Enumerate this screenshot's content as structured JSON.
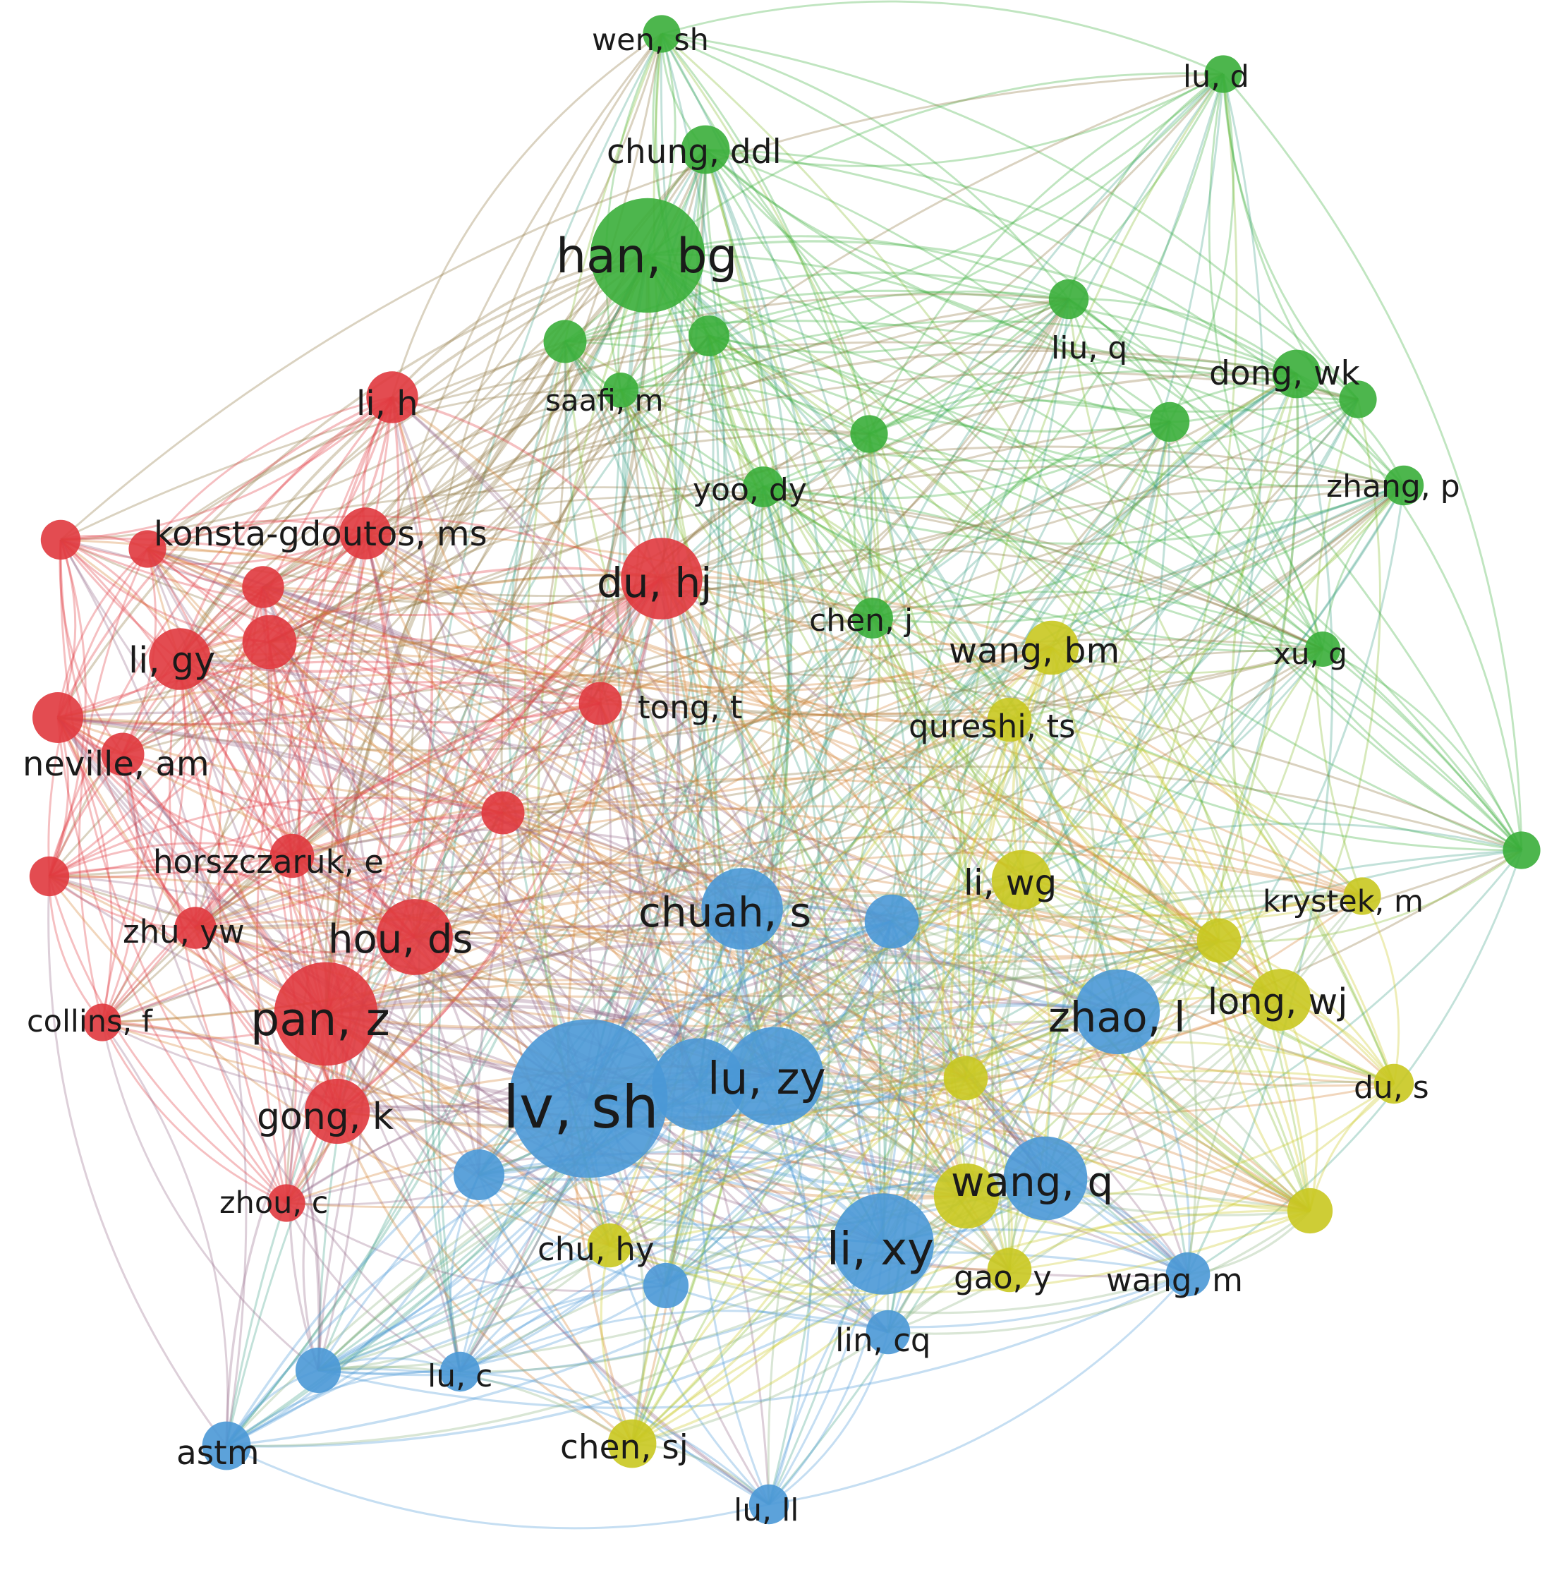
{
  "colors": {
    "red": "#e0393e",
    "green": "#3aae3a",
    "blue": "#4a98d6",
    "yellow": "#c9c820"
  },
  "network": {
    "nodes": [
      {
        "id": "wen_sh",
        "label": "wen, sh",
        "cluster": "green",
        "weight": 2
      },
      {
        "id": "lu_d",
        "label": "lu, d",
        "cluster": "green",
        "weight": 2
      },
      {
        "id": "chung_ddl",
        "label": "chung, ddl",
        "cluster": "green",
        "weight": 3
      },
      {
        "id": "han_bg",
        "label": "han, bg",
        "cluster": "green",
        "weight": 9
      },
      {
        "id": "g_a",
        "label": "",
        "cluster": "green",
        "weight": 2.5
      },
      {
        "id": "g_b",
        "label": "",
        "cluster": "green",
        "weight": 2.3
      },
      {
        "id": "liu_q",
        "label": "liu, q",
        "cluster": "green",
        "weight": 2.2
      },
      {
        "id": "saafi_m",
        "label": "saafi, m",
        "cluster": "green",
        "weight": 1.8
      },
      {
        "id": "dong_wk",
        "label": "dong, wk",
        "cluster": "green",
        "weight": 3
      },
      {
        "id": "g_c",
        "label": "",
        "cluster": "green",
        "weight": 2
      },
      {
        "id": "g_d",
        "label": "",
        "cluster": "green",
        "weight": 2.2
      },
      {
        "id": "g_e",
        "label": "",
        "cluster": "green",
        "weight": 2
      },
      {
        "id": "yoo_dy",
        "label": "yoo, dy",
        "cluster": "green",
        "weight": 2.3
      },
      {
        "id": "zhang_p",
        "label": "zhang, p",
        "cluster": "green",
        "weight": 2.2
      },
      {
        "id": "chen_j",
        "label": "chen, j",
        "cluster": "green",
        "weight": 2.3
      },
      {
        "id": "xu_g",
        "label": "xu, g",
        "cluster": "green",
        "weight": 1.8
      },
      {
        "id": "g_f",
        "label": "",
        "cluster": "green",
        "weight": 2
      },
      {
        "id": "li_h",
        "label": "li, h",
        "cluster": "red",
        "weight": 3.3
      },
      {
        "id": "konsta",
        "label": "konsta-gdoutos, ms",
        "cluster": "red",
        "weight": 3.3
      },
      {
        "id": "r_a",
        "label": "",
        "cluster": "red",
        "weight": 2.2
      },
      {
        "id": "r_b",
        "label": "",
        "cluster": "red",
        "weight": 2
      },
      {
        "id": "r_c",
        "label": "",
        "cluster": "red",
        "weight": 2.4
      },
      {
        "id": "du_hj",
        "label": "du, hj",
        "cluster": "red",
        "weight": 6
      },
      {
        "id": "li_gy",
        "label": "li, gy",
        "cluster": "red",
        "weight": 4.2
      },
      {
        "id": "r_d",
        "label": "",
        "cluster": "red",
        "weight": 3.5
      },
      {
        "id": "neville_am",
        "label": "neville, am",
        "cluster": "red",
        "weight": 3.2
      },
      {
        "id": "r_e",
        "label": "",
        "cluster": "red",
        "weight": 2.5
      },
      {
        "id": "tong_t",
        "label": "tong, t",
        "cluster": "red",
        "weight": 2.5
      },
      {
        "id": "r_f",
        "label": "",
        "cluster": "red",
        "weight": 2.5
      },
      {
        "id": "r_g",
        "label": "",
        "cluster": "red",
        "weight": 2.2
      },
      {
        "id": "horsz",
        "label": "horszczaruk, e",
        "cluster": "red",
        "weight": 2.6
      },
      {
        "id": "zhu_yw",
        "label": "zhu, yw",
        "cluster": "red",
        "weight": 2.4
      },
      {
        "id": "hou_ds",
        "label": "hou, ds",
        "cluster": "red",
        "weight": 5.5
      },
      {
        "id": "collins_f",
        "label": "collins, f",
        "cluster": "red",
        "weight": 2
      },
      {
        "id": "pan_z",
        "label": "pan, z",
        "cluster": "red",
        "weight": 8
      },
      {
        "id": "gong_k",
        "label": "gong, k",
        "cluster": "red",
        "weight": 4.5
      },
      {
        "id": "zhou_c",
        "label": "zhou, c",
        "cluster": "red",
        "weight": 2
      },
      {
        "id": "chuah_s",
        "label": "chuah, s",
        "cluster": "blue",
        "weight": 6
      },
      {
        "id": "b_a",
        "label": "",
        "cluster": "blue",
        "weight": 3.5
      },
      {
        "id": "zhao_l",
        "label": "zhao, l",
        "cluster": "blue",
        "weight": 6.3
      },
      {
        "id": "lv_sh",
        "label": "lv, sh",
        "cluster": "blue",
        "weight": 13
      },
      {
        "id": "b_b",
        "label": "",
        "cluster": "blue",
        "weight": 7
      },
      {
        "id": "lu_zy",
        "label": "lu, zy",
        "cluster": "blue",
        "weight": 7.5
      },
      {
        "id": "b_c",
        "label": "",
        "cluster": "blue",
        "weight": 3.2
      },
      {
        "id": "wang_q",
        "label": "wang, q",
        "cluster": "blue",
        "weight": 6.2
      },
      {
        "id": "li_xy",
        "label": "li, xy",
        "cluster": "blue",
        "weight": 7.8
      },
      {
        "id": "b_d",
        "label": "",
        "cluster": "blue",
        "weight": 2.7
      },
      {
        "id": "wang_m",
        "label": "wang, m",
        "cluster": "blue",
        "weight": 2.6
      },
      {
        "id": "lin_cq",
        "label": "lin, cq",
        "cluster": "blue",
        "weight": 2.6
      },
      {
        "id": "b_e",
        "label": "",
        "cluster": "blue",
        "weight": 2.7
      },
      {
        "id": "lu_c",
        "label": "lu, c",
        "cluster": "blue",
        "weight": 2.2
      },
      {
        "id": "astm",
        "label": "astm",
        "cluster": "blue",
        "weight": 3
      },
      {
        "id": "lu_ll",
        "label": "lu, ll",
        "cluster": "blue",
        "weight": 2.2
      },
      {
        "id": "wang_bm",
        "label": "wang, bm",
        "cluster": "yellow",
        "weight": 3.5
      },
      {
        "id": "qureshi_ts",
        "label": "qureshi, ts",
        "cluster": "yellow",
        "weight": 2.6
      },
      {
        "id": "li_wg",
        "label": "li, wg",
        "cluster": "yellow",
        "weight": 4
      },
      {
        "id": "krystek_m",
        "label": "krystek, m",
        "cluster": "yellow",
        "weight": 2
      },
      {
        "id": "y_a",
        "label": "",
        "cluster": "yellow",
        "weight": 2.6
      },
      {
        "id": "long_wj",
        "label": "long, wj",
        "cluster": "yellow",
        "weight": 4.2
      },
      {
        "id": "du_s",
        "label": "du, s",
        "cluster": "yellow",
        "weight": 2.2
      },
      {
        "id": "y_b",
        "label": "",
        "cluster": "yellow",
        "weight": 2.6
      },
      {
        "id": "y_c",
        "label": "",
        "cluster": "yellow",
        "weight": 4.5
      },
      {
        "id": "y_d",
        "label": "",
        "cluster": "yellow",
        "weight": 2.7
      },
      {
        "id": "gao_y",
        "label": "gao, y",
        "cluster": "yellow",
        "weight": 2.6
      },
      {
        "id": "chu_hy",
        "label": "chu, hy",
        "cluster": "yellow",
        "weight": 2.6
      },
      {
        "id": "chen_sj",
        "label": "chen, sj",
        "cluster": "yellow",
        "weight": 3
      }
    ]
  }
}
